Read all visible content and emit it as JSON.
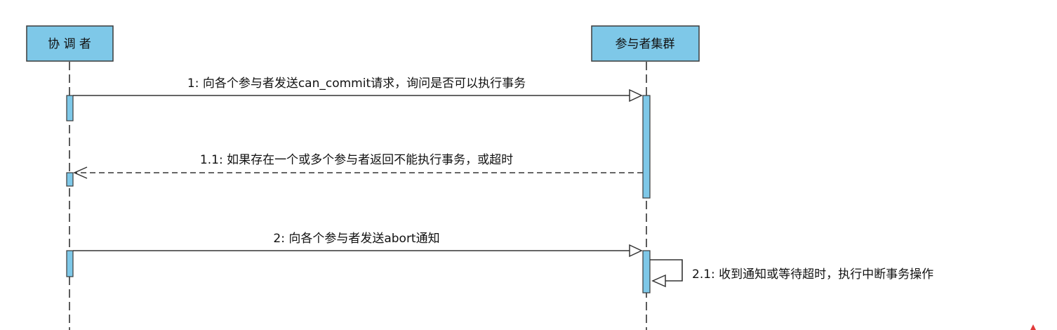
{
  "participants": {
    "coordinator": {
      "label": "协 调 者"
    },
    "cluster": {
      "label": "参与者集群"
    }
  },
  "messages": {
    "m1": {
      "label": "1: 向各个参与者发送can_commit请求，询问是否可以执行事务"
    },
    "m1_1": {
      "label": "1.1: 如果存在一个或多个参与者返回不能执行事务，或超时"
    },
    "m2": {
      "label": "2: 向各个参与者发送abort通知"
    },
    "m2_1": {
      "label": "2.1: 收到通知或等待超时，执行中断事务操作"
    }
  },
  "colors": {
    "actor_fill": "#7ec8e8",
    "actor_stroke": "#3a3a3a",
    "activation_fill": "#7ec8e8",
    "line": "#333333",
    "accent_mark": "#e23a3a"
  }
}
